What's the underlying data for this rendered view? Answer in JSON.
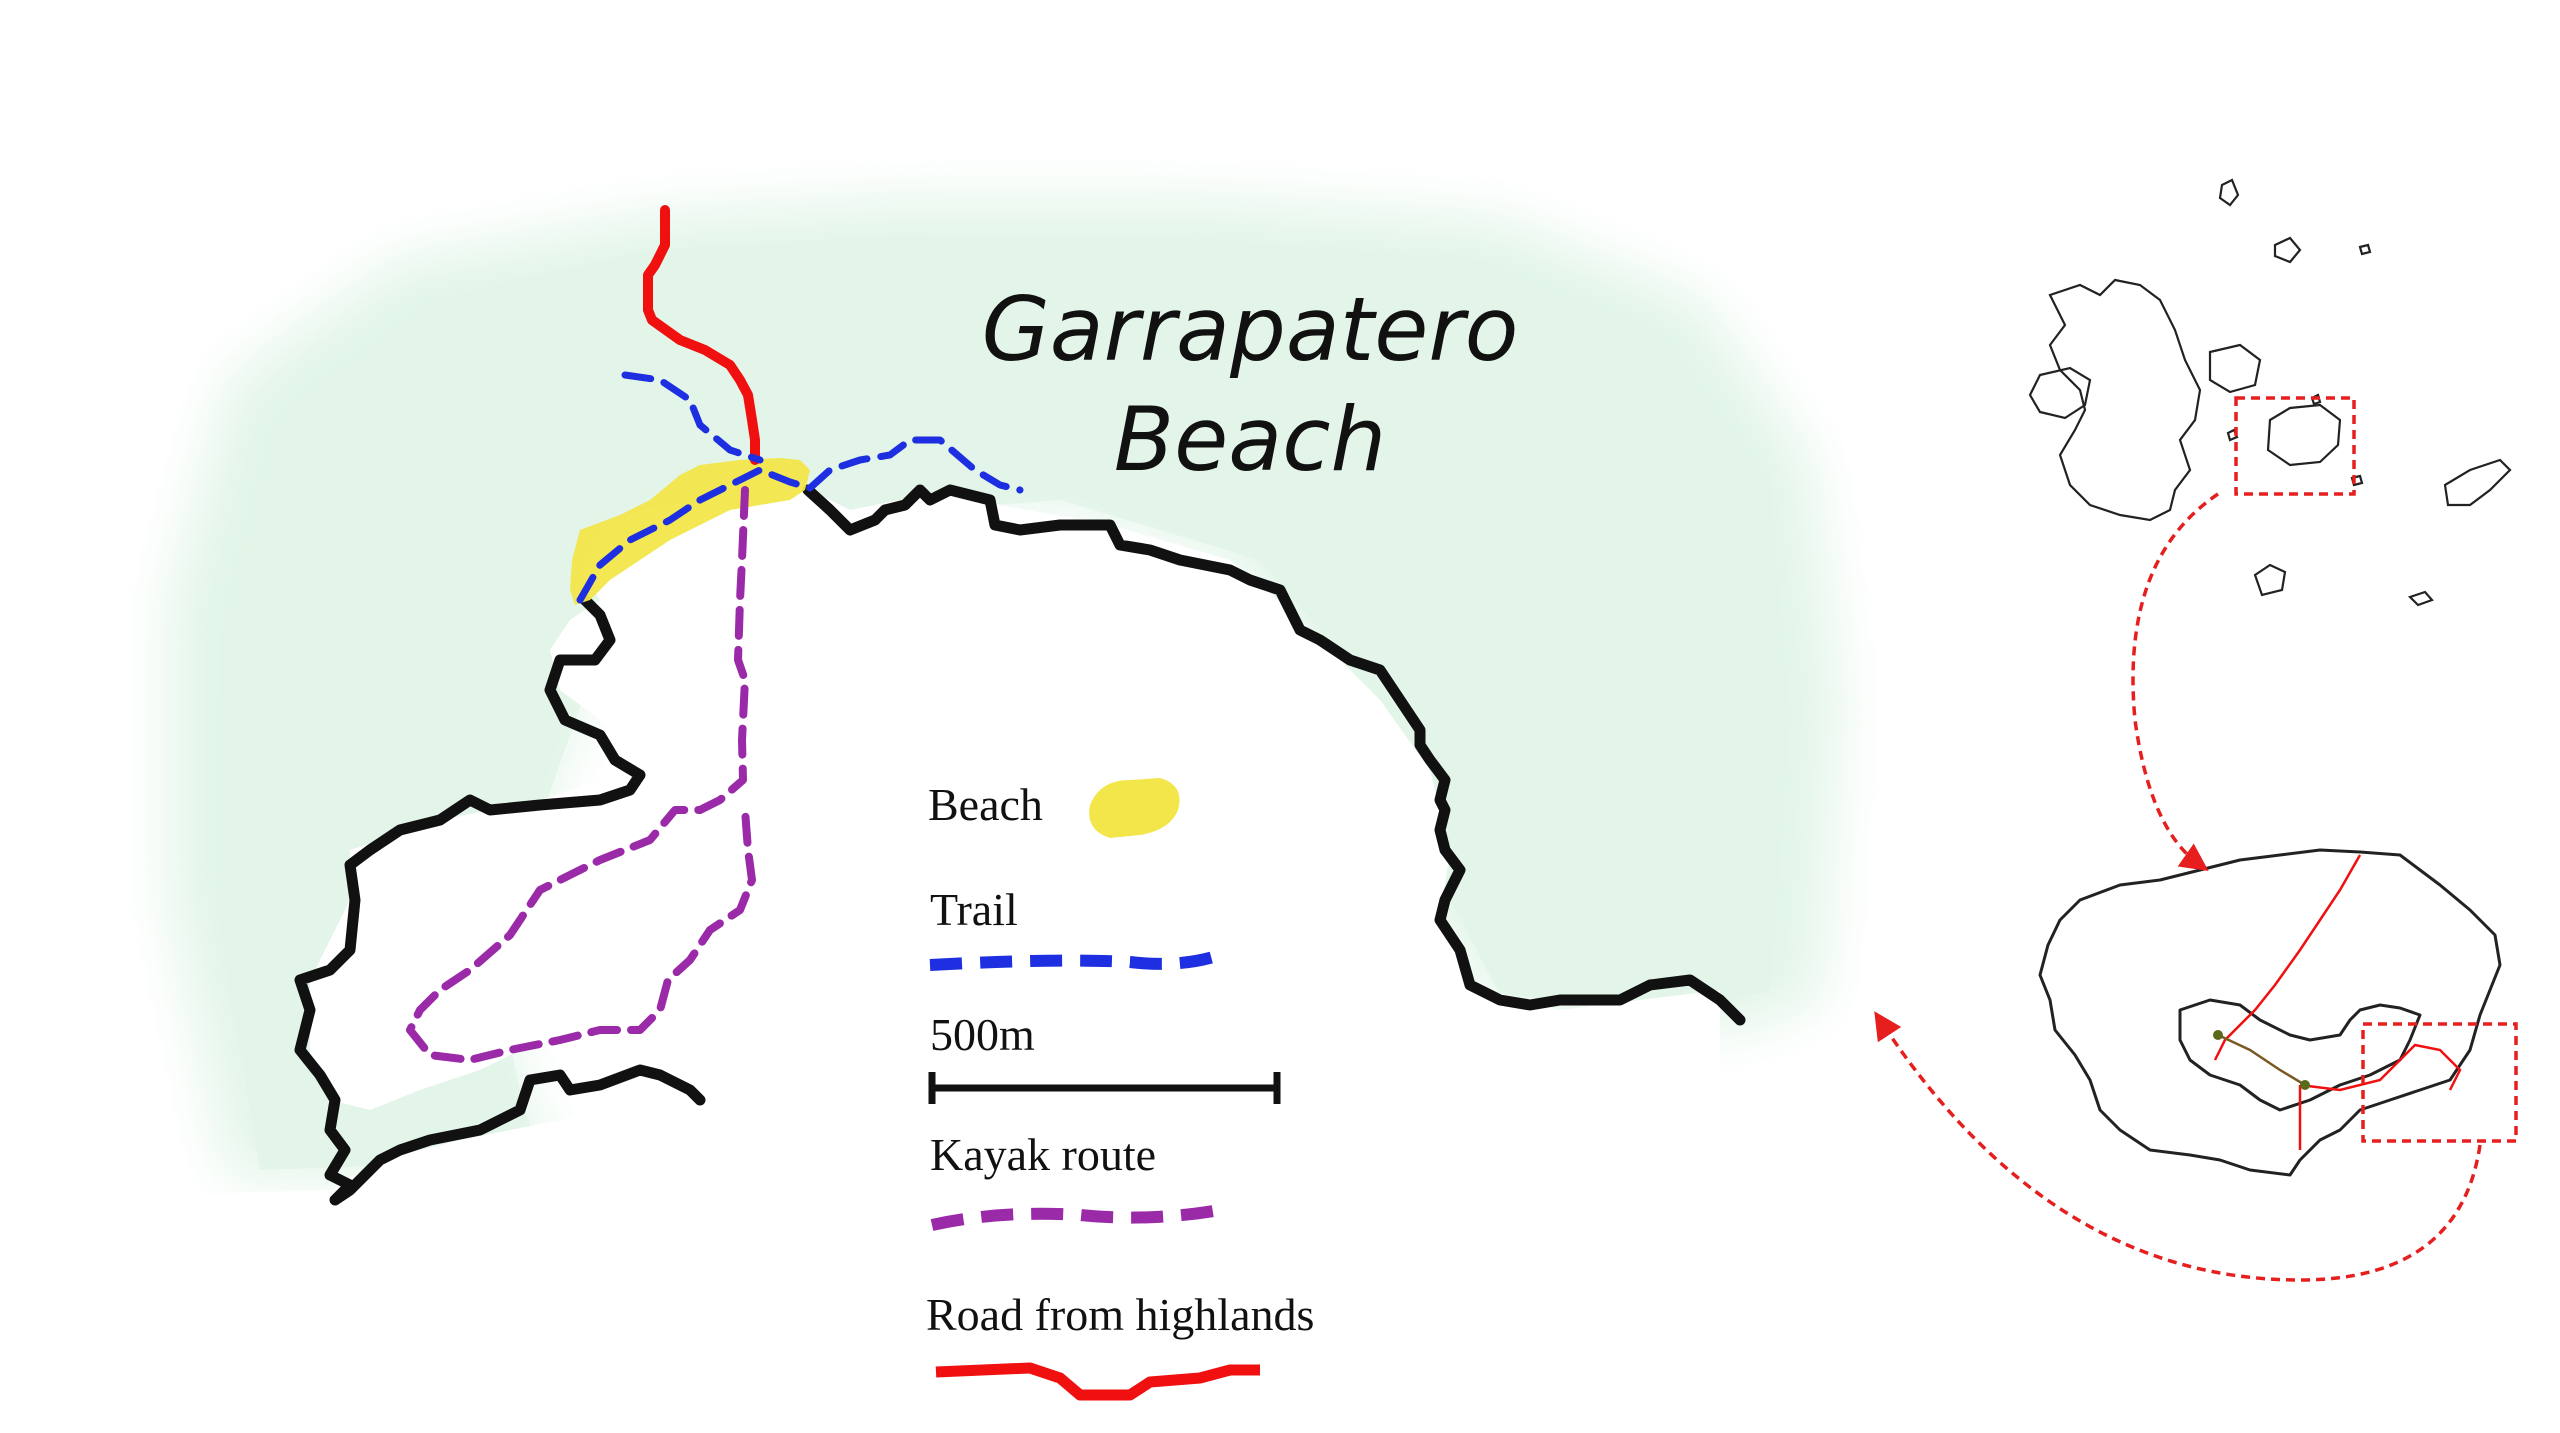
{
  "title": {
    "line1": "Garrapatero",
    "line2": "Beach"
  },
  "legend": {
    "beach": "Beach",
    "trail": "Trail",
    "scale": "500m",
    "kayak": "Kayak route",
    "road": "Road from highlands"
  },
  "colors": {
    "sea": "#e2f5e8",
    "coast": "#111111",
    "beach": "#f2e64a",
    "trail": "#1d2fe0",
    "kayak": "#9a2aa8",
    "road": "#f01010",
    "inset_box": "#e61e1e",
    "inset_outline": "#222222",
    "inset_trail": "#7a5a20"
  },
  "icons": [
    "locator-arrow-icon"
  ]
}
